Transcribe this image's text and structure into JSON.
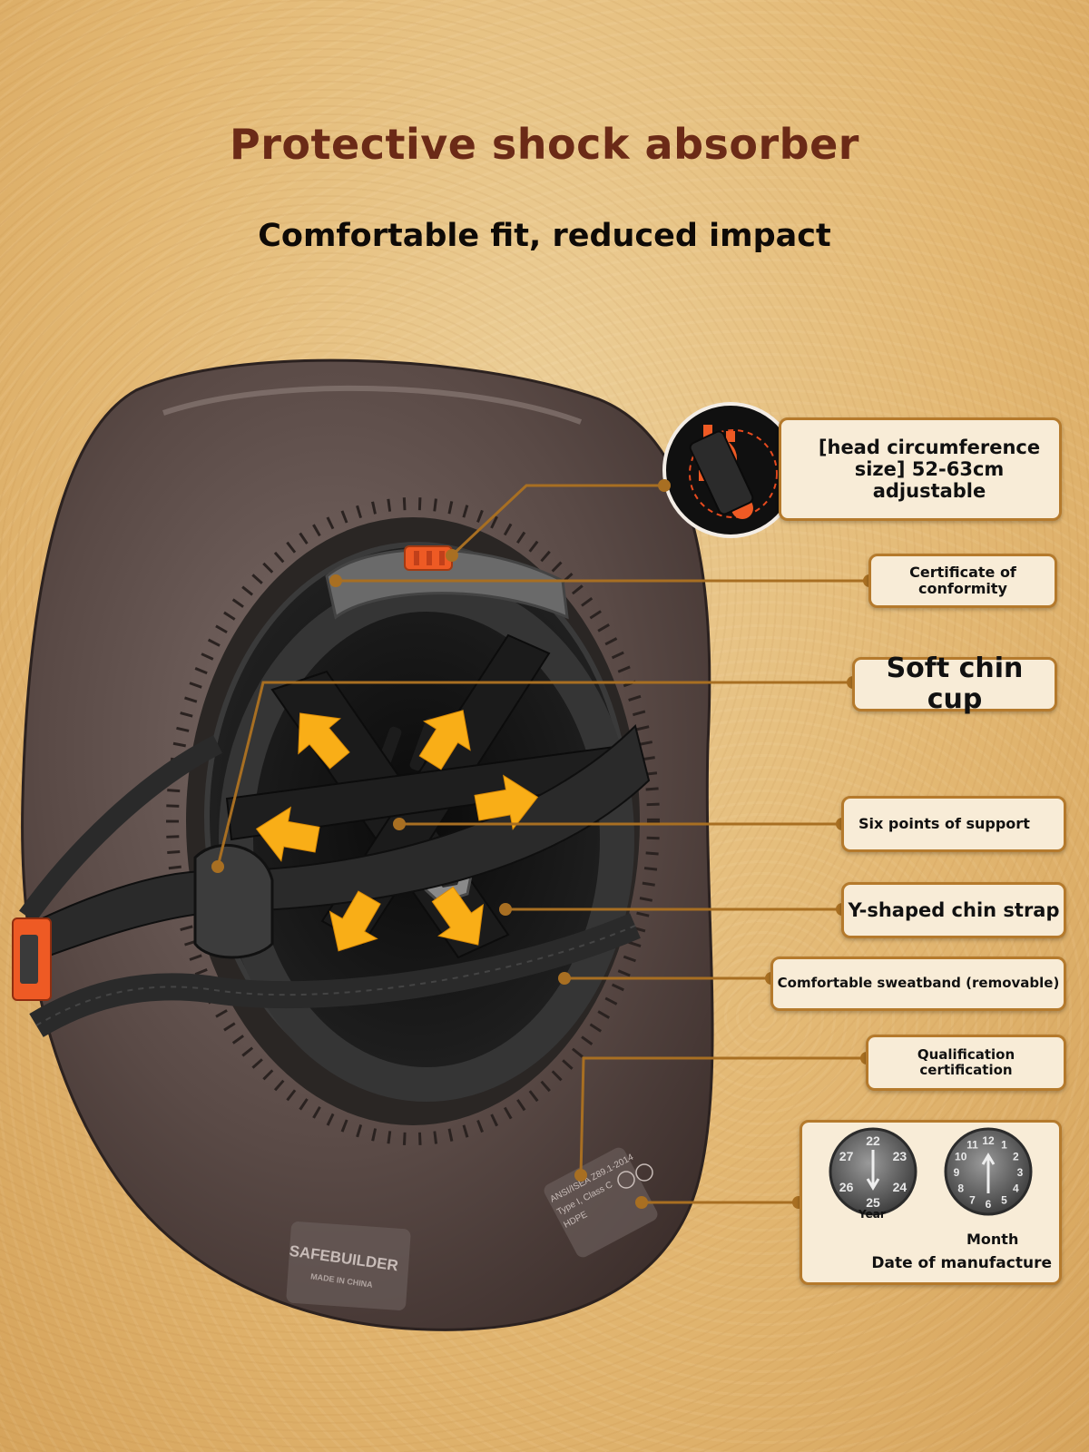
{
  "headline": {
    "title": "Protective shock absorber",
    "subtitle": "Comfortable fit, reduced impact"
  },
  "colors": {
    "title": "#6b2a17",
    "callout_border": "#b57a2c",
    "callout_fill": "#f8ecd7",
    "shell": "#5a4a46",
    "arrow": "#f9ae17",
    "orange_part": "#ee5a24"
  },
  "callouts": {
    "head_size": "[head circumference size] 52-63cm adjustable",
    "certificate": "Certificate of conformity",
    "chin_cup": "Soft chin cup",
    "support": "Six points of support",
    "chin_strap": "Y-shaped chin strap",
    "sweatband": "Comfortable sweatband (removable)",
    "qualification": "Qualification certification",
    "date": {
      "label": "Date of manufacture",
      "year_label": "Year",
      "month_label": "Month",
      "year_numbers": [
        "22",
        "23",
        "24",
        "25",
        "26",
        "27"
      ],
      "month_numbers": [
        "1",
        "2",
        "3",
        "4",
        "5",
        "6",
        "7",
        "8",
        "9",
        "10",
        "11",
        "12"
      ]
    }
  },
  "helmet_markings": {
    "brand": "SAFEBUILDER",
    "origin": "MADE IN CHINA",
    "standard_line1": "ANSI/ISEA Z89.1-2014",
    "standard_line2": "Type I, Class C",
    "standard_line3": "HDPE"
  },
  "icons": [
    "up-left-arrow-icon",
    "up-right-arrow-icon",
    "right-arrow-icon",
    "left-arrow-icon",
    "down-left-arrow-icon",
    "down-right-arrow-icon"
  ]
}
